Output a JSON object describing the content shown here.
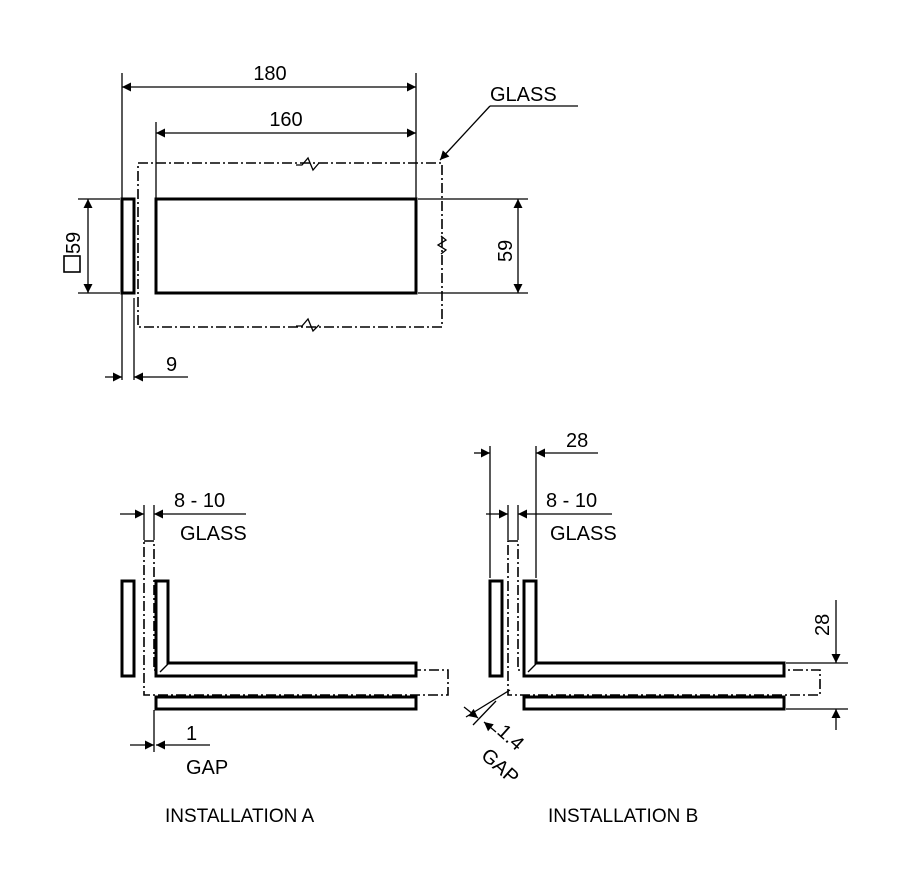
{
  "top_view": {
    "overall_width": "180",
    "inner_width": "160",
    "glass_label": "GLASS",
    "square_size": "59",
    "height": "59",
    "cover_thickness": "9"
  },
  "installation_a": {
    "glass_thickness": "8 - 10",
    "glass_label": "GLASS",
    "gap_value": "1",
    "gap_label": "GAP",
    "title": "INSTALLATION A"
  },
  "installation_b": {
    "offset": "28",
    "glass_thickness": "8 - 10",
    "glass_label": "GLASS",
    "vertical_offset": "28",
    "gap_value": "1.4",
    "gap_label": "GAP",
    "title": "INSTALLATION B"
  }
}
